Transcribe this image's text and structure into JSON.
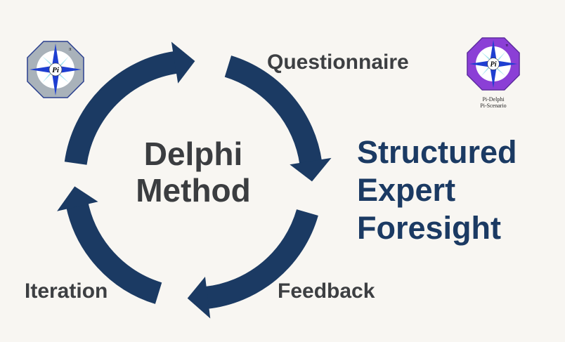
{
  "diagram": {
    "center_title": [
      "Delphi",
      "Method"
    ],
    "steps": [
      "Questionnaire",
      "Feedback",
      "Iteration"
    ],
    "headline": [
      "Structured",
      "Expert",
      "Foresight"
    ]
  },
  "logos": {
    "left": {
      "symbol": "Pi",
      "pi": "π"
    },
    "right": {
      "symbol": "Pi",
      "pi": "π",
      "caption": [
        "Pi-Delphi",
        "Pi-Scenario"
      ]
    }
  },
  "colors": {
    "arrow": "#1b3a63",
    "text": "#3d3f42",
    "headline": "#1b3a63",
    "logo_left": "#a9b2ba",
    "logo_right": "#8b3fd6"
  }
}
